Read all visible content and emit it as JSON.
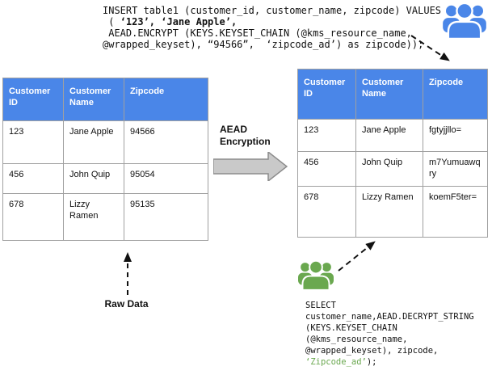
{
  "colors": {
    "table_header_blue": "#4a86e8",
    "icon_blue": "#4a86e8",
    "icon_green": "#6aa84f",
    "code_highlight_green": "#6aa84f",
    "block_arrow_gray": "#c9c9c9"
  },
  "insert_query": {
    "line1": "INSERT table1 (customer_id, customer_name, zipcode) VALUES",
    "line2_prefix": " ( ",
    "line2_bold": "‘123’, ‘Jane Apple’,",
    "line3": " AEAD.ENCRYPT (KEYS.KEYSET_CHAIN (@kms_resource_name,",
    "line4": "@wrapped_keyset), “94566”,  ‘zipcode_ad’) as zipcode));"
  },
  "select_query": {
    "line1": "SELECT",
    "line2": "customer_name,AEAD.DECRYPT_STRING",
    "line3": "(KEYS.KEYSET_CHAIN",
    "line4": "(@kms_resource_name,",
    "line5": "@wrapped_keyset), zipcode,",
    "line6_green": "‘Zipcode_ad’",
    "line6_end": ");"
  },
  "raw_table": {
    "headers": [
      "Customer ID",
      "Customer Name",
      "Zipcode"
    ],
    "rows": [
      [
        "123",
        "Jane Apple",
        "94566"
      ],
      [
        "456",
        "John Quip",
        "95054"
      ],
      [
        "678",
        "Lizzy Ramen",
        "95135"
      ]
    ]
  },
  "encrypted_table": {
    "headers": [
      "Customer ID",
      "Customer Name",
      "Zipcode"
    ],
    "rows": [
      [
        "123",
        "Jane Apple",
        "fgtyjjllo="
      ],
      [
        "456",
        "John Quip",
        "m7Yumuawqry"
      ],
      [
        "678",
        "Lizzy Ramen",
        "koemF5ter="
      ]
    ]
  },
  "labels": {
    "aead_encryption": "AEAD Encryption",
    "raw_data": "Raw Data"
  }
}
